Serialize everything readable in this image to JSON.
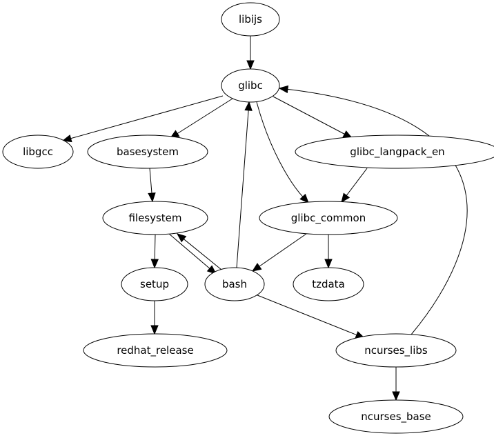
{
  "graph": {
    "type": "directed-dependency-graph",
    "nodes": [
      {
        "id": "libijs",
        "label": "libijs"
      },
      {
        "id": "glibc",
        "label": "glibc"
      },
      {
        "id": "libgcc",
        "label": "libgcc"
      },
      {
        "id": "basesystem",
        "label": "basesystem"
      },
      {
        "id": "glibc_langpack_en",
        "label": "glibc_langpack_en"
      },
      {
        "id": "filesystem",
        "label": "filesystem"
      },
      {
        "id": "glibc_common",
        "label": "glibc_common"
      },
      {
        "id": "setup",
        "label": "setup"
      },
      {
        "id": "bash",
        "label": "bash"
      },
      {
        "id": "tzdata",
        "label": "tzdata"
      },
      {
        "id": "redhat_release",
        "label": "redhat_release"
      },
      {
        "id": "ncurses_libs",
        "label": "ncurses_libs"
      },
      {
        "id": "ncurses_base",
        "label": "ncurses_base"
      }
    ],
    "edges": [
      {
        "from": "libijs",
        "to": "glibc"
      },
      {
        "from": "glibc",
        "to": "libgcc"
      },
      {
        "from": "glibc",
        "to": "basesystem"
      },
      {
        "from": "glibc",
        "to": "glibc_langpack_en"
      },
      {
        "from": "glibc",
        "to": "glibc_common"
      },
      {
        "from": "basesystem",
        "to": "filesystem"
      },
      {
        "from": "glibc_langpack_en",
        "to": "glibc_common"
      },
      {
        "from": "filesystem",
        "to": "setup"
      },
      {
        "from": "filesystem",
        "to": "bash"
      },
      {
        "from": "bash",
        "to": "filesystem"
      },
      {
        "from": "bash",
        "to": "glibc"
      },
      {
        "from": "bash",
        "to": "ncurses_libs"
      },
      {
        "from": "glibc_common",
        "to": "bash"
      },
      {
        "from": "glibc_common",
        "to": "tzdata"
      },
      {
        "from": "setup",
        "to": "redhat_release"
      },
      {
        "from": "ncurses_libs",
        "to": "glibc"
      },
      {
        "from": "ncurses_libs",
        "to": "ncurses_base"
      }
    ]
  }
}
